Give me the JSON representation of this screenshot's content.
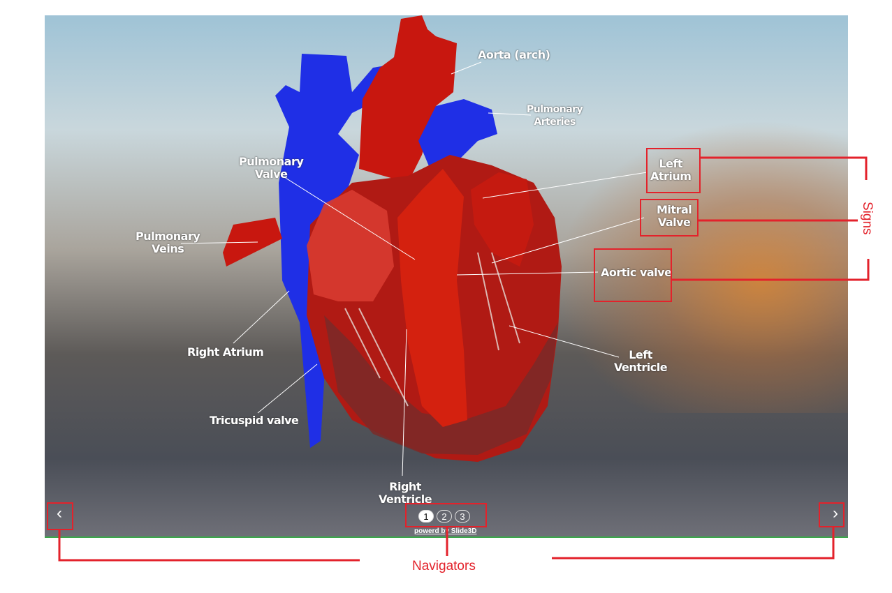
{
  "viewer": {
    "labels": {
      "aorta": "Aorta (arch)",
      "pulmonary_arteries": "Pulmonary\nArteries",
      "left_atrium": "Left\nAtrium",
      "mitral_valve": "Mitral\nValve",
      "aortic_valve": "Aortic valve",
      "left_ventricle": "Left\nVentricle",
      "pulmonary_valve": "Pulmonary\nValve",
      "pulmonary_veins": "Pulmonary\nVeins",
      "right_atrium": "Right Atrium",
      "tricuspid_valve": "Tricuspid valve",
      "right_ventricle": "Right\nVentricle"
    },
    "prev_icon": "‹",
    "next_icon": "›",
    "pages": [
      "1",
      "2",
      "3"
    ],
    "active_page": 1,
    "powered_by": "powerd by Slide3D"
  },
  "annotations": {
    "signs": "Signs",
    "navigators": "Navigators"
  },
  "colors": {
    "annotation": "#e3222b",
    "vein_blue": "#1a2de0",
    "artery_red": "#d0180f"
  }
}
